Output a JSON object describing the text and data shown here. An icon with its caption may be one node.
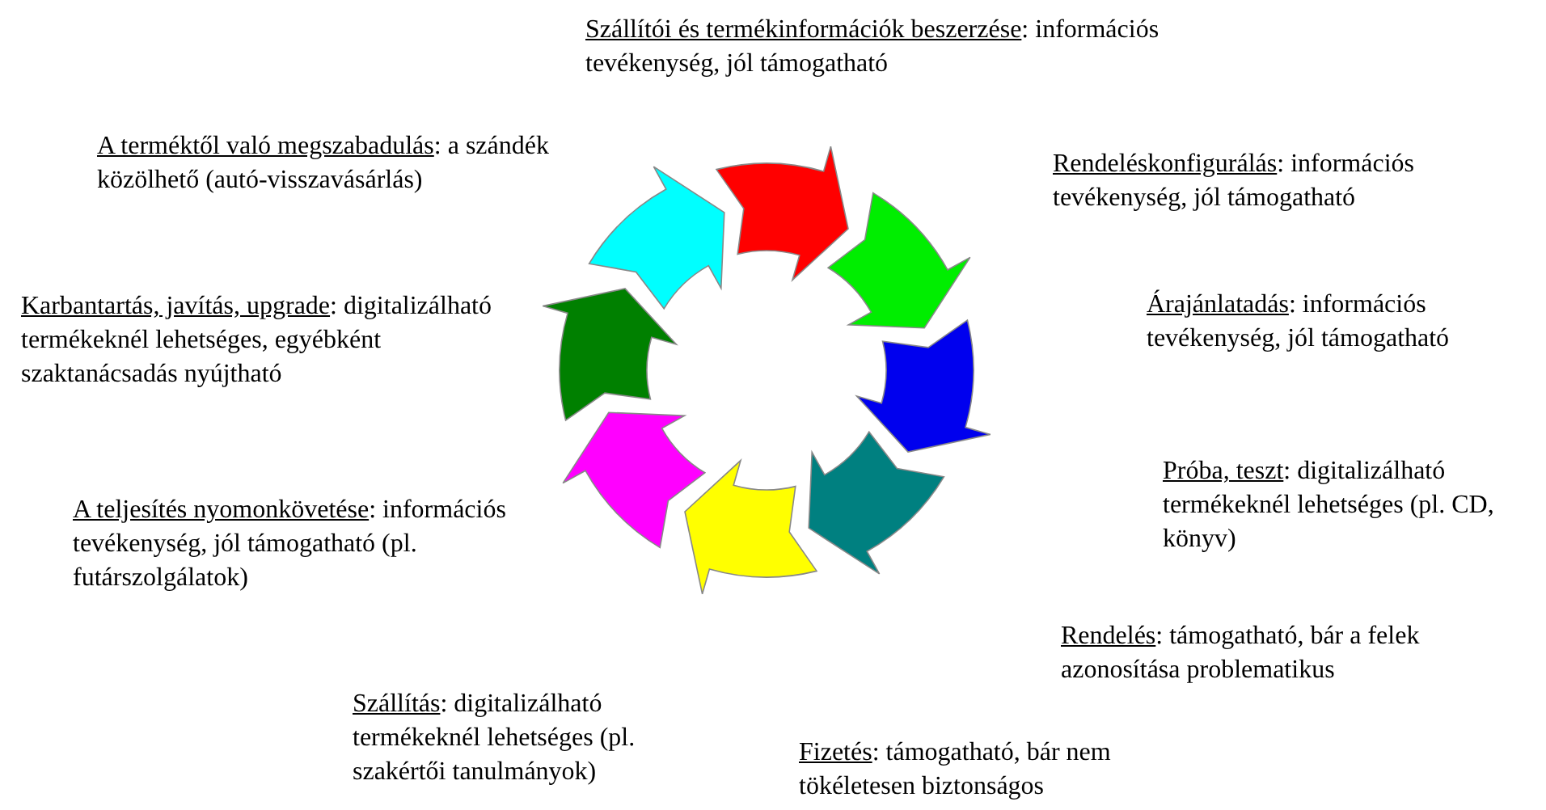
{
  "diagram": {
    "nodes": [
      {
        "text": [],
        "shape": "arrow"
      },
      {
        "text": [],
        "shape": "arrow"
      },
      {
        "text": [],
        "shape": "arrow"
      },
      {
        "text": [],
        "shape": "arrow"
      },
      {
        "text": [],
        "shape": "arrow"
      },
      {
        "text": [],
        "shape": "arrow"
      },
      {
        "text": [],
        "shape": "arrow"
      },
      {
        "text": [],
        "shape": "arrow"
      }
    ],
    "labels": [
      "Szállítói és termékinformációk beszerzése",
      ": információs tevékenység, jól támogatható",
      "Rendeléskonfigurálás",
      ": információs tevékenység, jól támogatható",
      "Árajánlatadás",
      ": információs tevékenység, jól támogatható",
      "Próba, teszt",
      ": digitalizálható termékeknél lehetséges (pl. CD, könyv)",
      "Rendelés",
      ": támogatható, bár a felek azonosítása problematikus",
      "Fizetés",
      ": támogatható, bár nem tökéletesen biztonságos",
      "Szállítás",
      ": digitalizálható termékeknél lehetséges (pl. szakértői tanulmányok)",
      "A teljesítés nyomonkövetése",
      ": információs tevékenység, jól támogatható (pl. futárszolgálatok)",
      "Karbantartás, javítás, upgrade",
      ": digitalizálható termékeknél lehetséges, egyébként szaktanácsadás nyújtható",
      "A terméktől való megszabadulás",
      ": a szándék közölhető (autó-visszavásárlás)"
    ]
  }
}
